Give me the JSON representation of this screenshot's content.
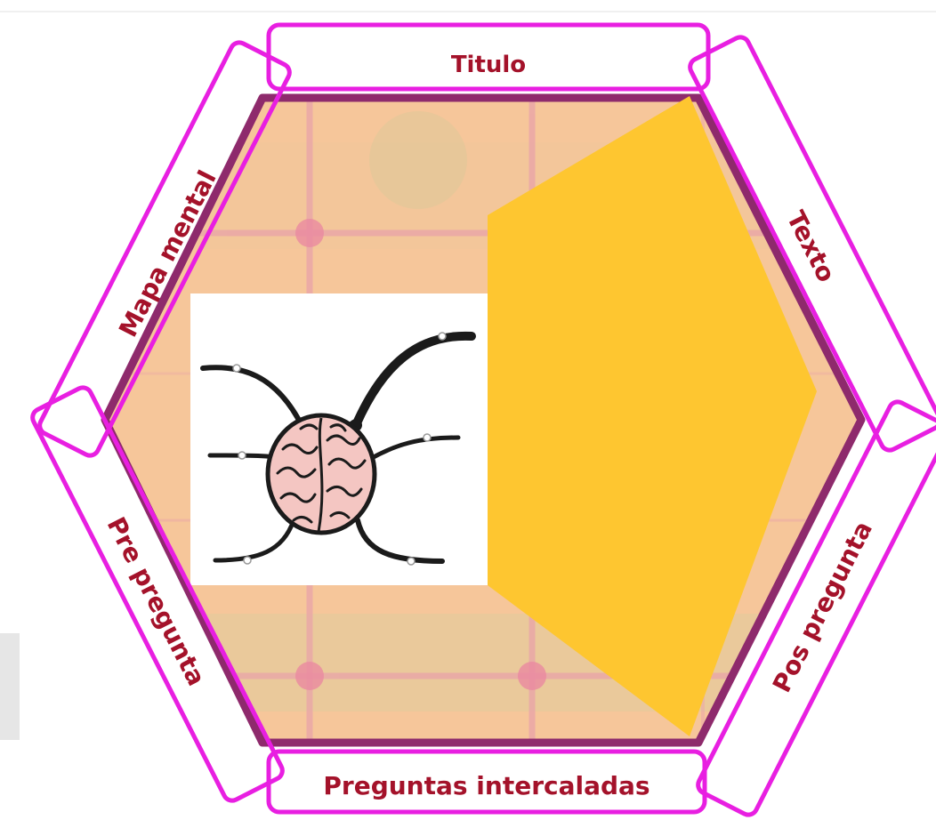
{
  "colors": {
    "frame": "#e81fe1",
    "hex_fill": "#f6c69a",
    "hex_border": "#8e2a6c",
    "grid_line": "#e9a3a9",
    "yellow_panel": "#fec630",
    "label_text": "#a4122a"
  },
  "labels": {
    "top": "Titulo",
    "upper_left": "Mapa mental",
    "upper_right": "Texto",
    "lower_left": "Pre pregunta",
    "lower_right": "Pos pregunta",
    "bottom": "Preguntas intercaladas"
  },
  "mind_map": {
    "image": "brain-mind-map"
  }
}
